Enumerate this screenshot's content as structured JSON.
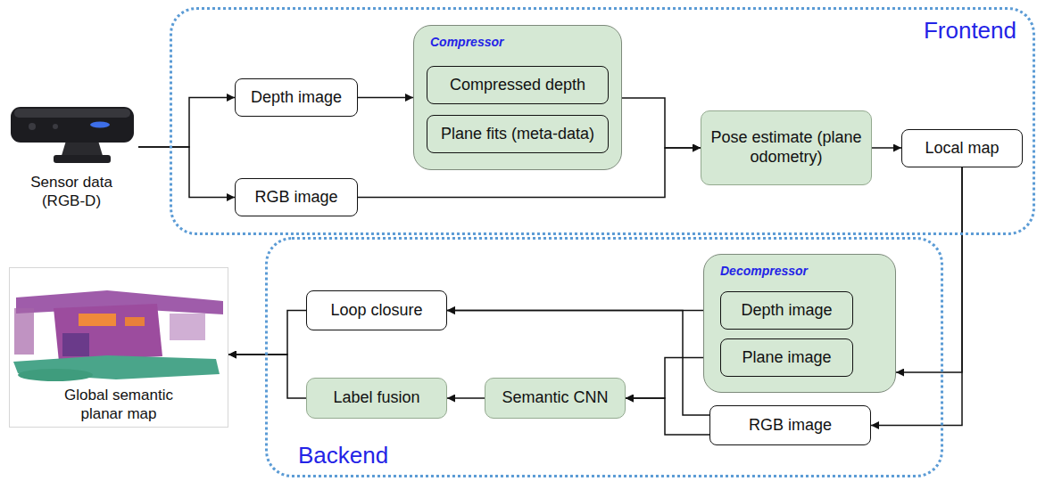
{
  "diagram": {
    "nodes": [
      {
        "text": [
          "Sensor data (RGB-D)"
        ]
      },
      {
        "text": [
          "Frontend"
        ]
      },
      {
        "text": [
          "Depth image"
        ],
        "in": 1
      },
      {
        "text": [
          "RGB image"
        ],
        "in": 1
      },
      {
        "text": [
          "Compressor"
        ],
        "in": 1
      },
      {
        "text": [
          "Compressed depth"
        ],
        "in": 4
      },
      {
        "text": [
          "Plane fits (meta-data)"
        ],
        "in": 4
      },
      {
        "text": [
          "Pose estimate (plane odometry)"
        ],
        "in": 1
      },
      {
        "text": [
          "Local map"
        ],
        "in": 1
      },
      {
        "text": [
          "Backend"
        ]
      },
      {
        "text": [
          "Decompressor"
        ],
        "in": 9
      },
      {
        "text": [
          "Depth image"
        ],
        "in": 10
      },
      {
        "text": [
          "Plane image"
        ],
        "in": 10
      },
      {
        "text": [
          "RGB image"
        ],
        "in": 9
      },
      {
        "text": [
          "Loop closure"
        ],
        "in": 9
      },
      {
        "text": [
          "Semantic CNN"
        ],
        "in": 9
      },
      {
        "text": [
          "Label fusion"
        ],
        "in": 9
      },
      {
        "text": [
          "Global semantic planar map"
        ]
      }
    ],
    "edges": [
      {
        "from": 0,
        "to": 2,
        "arrow": "to"
      },
      {
        "from": 0,
        "to": 3,
        "arrow": "to"
      },
      {
        "from": 2,
        "to": 4,
        "arrow": "to"
      },
      {
        "from": 4,
        "to": 7,
        "arrow": "to"
      },
      {
        "from": 3,
        "to": 7,
        "arrow": "to"
      },
      {
        "from": 7,
        "to": 8,
        "arrow": "to"
      },
      {
        "from": 8,
        "to": 10,
        "arrow": "to"
      },
      {
        "from": 8,
        "to": 13,
        "arrow": "to"
      },
      {
        "from": 11,
        "to": 14,
        "arrow": "to"
      },
      {
        "from": 12,
        "to": 15,
        "arrow": "to"
      },
      {
        "from": 13,
        "to": 14,
        "arrow": "to"
      },
      {
        "from": 13,
        "to": 15,
        "arrow": "to"
      },
      {
        "from": 15,
        "to": 16,
        "arrow": "to"
      },
      {
        "from": 14,
        "to": 17,
        "arrow": "to"
      },
      {
        "from": 16,
        "to": 17,
        "arrow": "to"
      }
    ]
  }
}
